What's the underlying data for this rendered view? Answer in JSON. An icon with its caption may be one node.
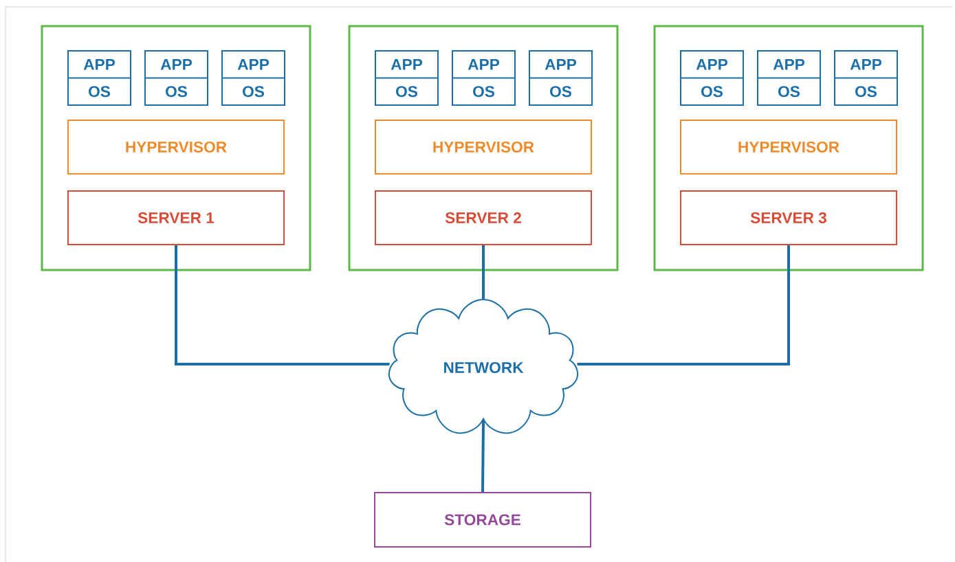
{
  "diagram": {
    "nodes": [
      {
        "text": [],
        "shape": "box"
      },
      {
        "text": [
          "APP",
          "OS"
        ],
        "in": 0
      },
      {
        "text": [
          "APP",
          "OS"
        ],
        "in": 0
      },
      {
        "text": [
          "APP",
          "OS"
        ],
        "in": 0
      },
      {
        "text": [
          "HYPERVISOR"
        ],
        "in": 0
      },
      {
        "text": [
          "SERVER 1"
        ],
        "in": 0
      },
      {
        "text": [],
        "shape": "box"
      },
      {
        "text": [
          "APP",
          "OS"
        ],
        "in": 6
      },
      {
        "text": [
          "APP",
          "OS"
        ],
        "in": 6
      },
      {
        "text": [
          "APP",
          "OS"
        ],
        "in": 6
      },
      {
        "text": [
          "HYPERVISOR"
        ],
        "in": 6
      },
      {
        "text": [
          "SERVER 2"
        ],
        "in": 6
      },
      {
        "text": [],
        "shape": "box"
      },
      {
        "text": [
          "APP",
          "OS"
        ],
        "in": 12
      },
      {
        "text": [
          "APP",
          "OS"
        ],
        "in": 12
      },
      {
        "text": [
          "APP",
          "OS"
        ],
        "in": 12
      },
      {
        "text": [
          "HYPERVISOR"
        ],
        "in": 12
      },
      {
        "text": [
          "SERVER 3"
        ],
        "in": 12
      },
      {
        "text": [
          "NETWORK"
        ]
      },
      {
        "text": [
          "STORAGE"
        ]
      }
    ],
    "edges": [
      {
        "from": 5,
        "to": 18,
        "arrow": "none"
      },
      {
        "from": 11,
        "to": 18,
        "arrow": "none"
      },
      {
        "from": 17,
        "to": 18,
        "arrow": "none"
      },
      {
        "from": 18,
        "to": 19,
        "arrow": "none"
      }
    ]
  }
}
